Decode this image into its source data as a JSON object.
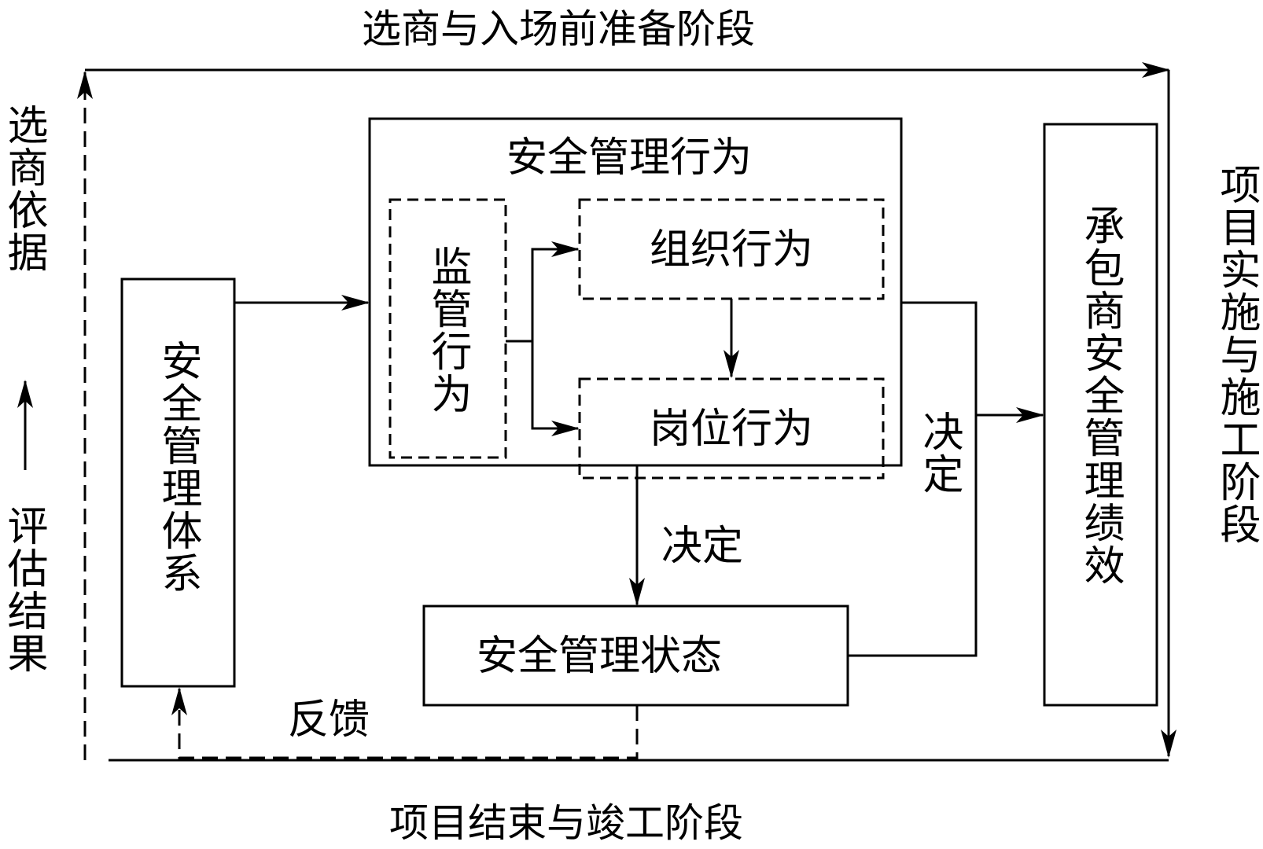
{
  "diagram": {
    "stages": {
      "top": "选商与入场前准备阶段",
      "right": "项目实施与施工阶段",
      "bottom": "项目结束与竣工阶段",
      "left_top": "选商依据",
      "left_bottom": "评估结果"
    },
    "boxes": {
      "system": "安全管理体系",
      "behavior_group": "安全管理行为",
      "supervision": "监管行为",
      "organization": "组织行为",
      "post": "岗位行为",
      "state": "安全管理状态",
      "performance": "承包商安全管理绩效"
    },
    "edge_labels": {
      "decide_down": "决定",
      "decide_right": "决定",
      "feedback": "反馈"
    }
  }
}
